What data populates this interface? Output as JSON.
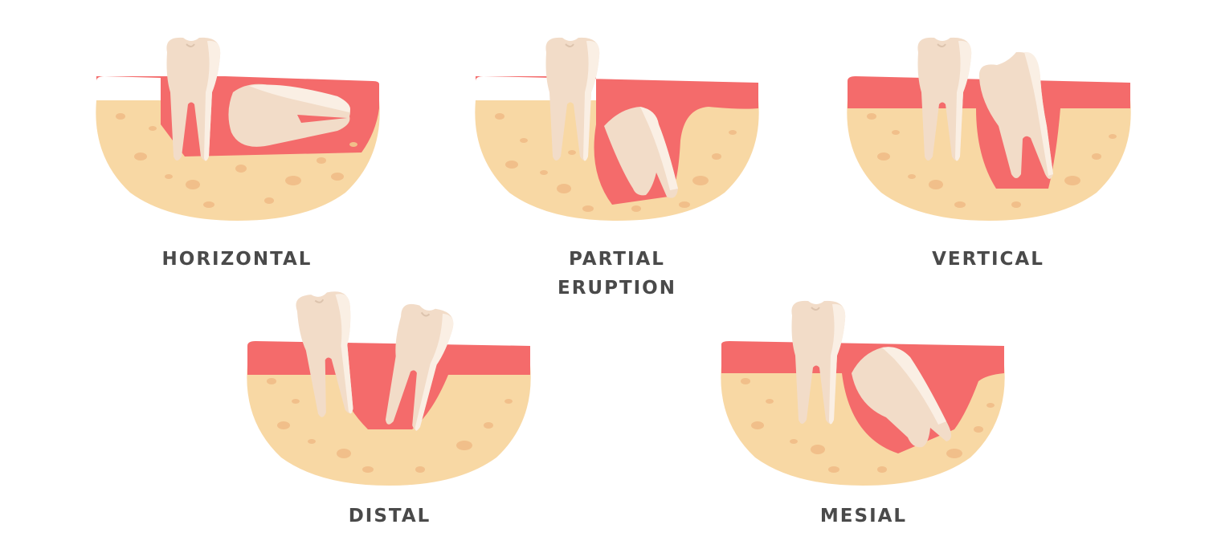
{
  "colors": {
    "background": "#ffffff",
    "gum": "#f46b6b",
    "bone": "#f8d8a4",
    "bone_spot": "#f1bf8a",
    "tooth": "#f2dcc8",
    "tooth_highlight": "#faefe4",
    "label_text": "#4a4a4a"
  },
  "panels": [
    {
      "id": "horizontal",
      "label_lines": [
        "HORIZONTAL"
      ]
    },
    {
      "id": "partial_eruption",
      "label_lines": [
        "PARTIAL",
        "ERUPTION"
      ]
    },
    {
      "id": "vertical",
      "label_lines": [
        "VERTICAL"
      ]
    },
    {
      "id": "distal",
      "label_lines": [
        "DISTAL"
      ]
    },
    {
      "id": "mesial",
      "label_lines": [
        "MESIAL"
      ]
    }
  ]
}
